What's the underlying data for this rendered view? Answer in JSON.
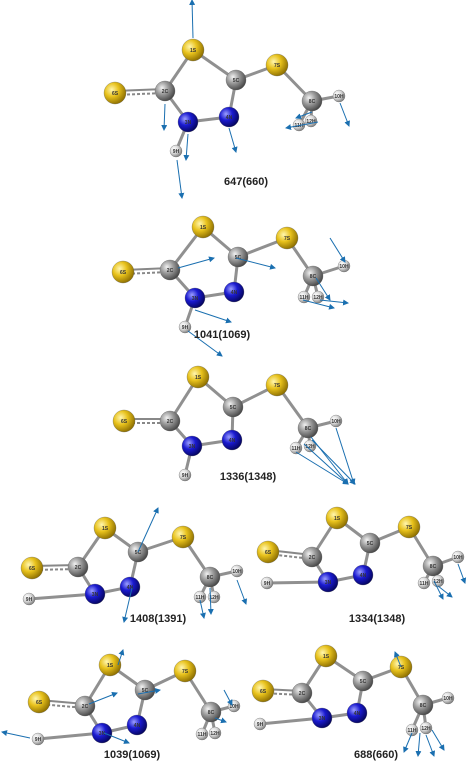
{
  "panels": [
    {
      "frequency": "647(660)",
      "atoms": [
        {
          "id": "1S",
          "el": "S"
        },
        {
          "id": "2C",
          "el": "C"
        },
        {
          "id": "3N",
          "el": "N"
        },
        {
          "id": "4N",
          "el": "N"
        },
        {
          "id": "5C",
          "el": "C"
        },
        {
          "id": "6S",
          "el": "S"
        },
        {
          "id": "7S",
          "el": "S"
        },
        {
          "id": "8C",
          "el": "C"
        },
        {
          "id": "9H",
          "el": "H"
        },
        {
          "id": "10H",
          "el": "H"
        },
        {
          "id": "11H",
          "el": "H"
        },
        {
          "id": "12H",
          "el": "H"
        }
      ]
    },
    {
      "frequency": "1041(1069)",
      "atoms": [
        {
          "id": "1S",
          "el": "S"
        },
        {
          "id": "2C",
          "el": "C"
        },
        {
          "id": "3N",
          "el": "N"
        },
        {
          "id": "4N",
          "el": "N"
        },
        {
          "id": "5C",
          "el": "C"
        },
        {
          "id": "6S",
          "el": "S"
        },
        {
          "id": "7S",
          "el": "S"
        },
        {
          "id": "8C",
          "el": "C"
        },
        {
          "id": "9H",
          "el": "H"
        },
        {
          "id": "10H",
          "el": "H"
        },
        {
          "id": "11H",
          "el": "H"
        },
        {
          "id": "12H",
          "el": "H"
        }
      ]
    },
    {
      "frequency": "1336(1348)",
      "atoms": [
        {
          "id": "1S",
          "el": "S"
        },
        {
          "id": "2C",
          "el": "C"
        },
        {
          "id": "3N",
          "el": "N"
        },
        {
          "id": "4N",
          "el": "N"
        },
        {
          "id": "5C",
          "el": "C"
        },
        {
          "id": "6S",
          "el": "S"
        },
        {
          "id": "7S",
          "el": "S"
        },
        {
          "id": "8C",
          "el": "C"
        },
        {
          "id": "9H",
          "el": "H"
        },
        {
          "id": "10H",
          "el": "H"
        },
        {
          "id": "11H",
          "el": "H"
        },
        {
          "id": "12H",
          "el": "H"
        }
      ]
    },
    {
      "frequency": "1408(1391)",
      "atoms": [
        {
          "id": "1S",
          "el": "S"
        },
        {
          "id": "2C",
          "el": "C"
        },
        {
          "id": "3N",
          "el": "N"
        },
        {
          "id": "4N",
          "el": "N"
        },
        {
          "id": "5C",
          "el": "C"
        },
        {
          "id": "6S",
          "el": "S"
        },
        {
          "id": "7S",
          "el": "S"
        },
        {
          "id": "8C",
          "el": "C"
        },
        {
          "id": "9H",
          "el": "H"
        },
        {
          "id": "10H",
          "el": "H"
        },
        {
          "id": "11H",
          "el": "H"
        },
        {
          "id": "12H",
          "el": "H"
        }
      ]
    },
    {
      "frequency": "1334(1348)",
      "atoms": [
        {
          "id": "1S",
          "el": "S"
        },
        {
          "id": "2C",
          "el": "C"
        },
        {
          "id": "3N",
          "el": "N"
        },
        {
          "id": "4N",
          "el": "N"
        },
        {
          "id": "5C",
          "el": "C"
        },
        {
          "id": "6S",
          "el": "S"
        },
        {
          "id": "7S",
          "el": "S"
        },
        {
          "id": "8C",
          "el": "C"
        },
        {
          "id": "9H",
          "el": "H"
        },
        {
          "id": "10H",
          "el": "H"
        },
        {
          "id": "11H",
          "el": "H"
        },
        {
          "id": "12H",
          "el": "H"
        }
      ]
    },
    {
      "frequency": "1039(1069)",
      "atoms": [
        {
          "id": "1S",
          "el": "S"
        },
        {
          "id": "2C",
          "el": "C"
        },
        {
          "id": "3N",
          "el": "N"
        },
        {
          "id": "4N",
          "el": "N"
        },
        {
          "id": "5C",
          "el": "C"
        },
        {
          "id": "6S",
          "el": "S"
        },
        {
          "id": "7S",
          "el": "S"
        },
        {
          "id": "8C",
          "el": "C"
        },
        {
          "id": "9H",
          "el": "H"
        },
        {
          "id": "10H",
          "el": "H"
        },
        {
          "id": "11H",
          "el": "H"
        },
        {
          "id": "12H",
          "el": "H"
        }
      ]
    },
    {
      "frequency": "688(660)",
      "atoms": [
        {
          "id": "1S",
          "el": "S"
        },
        {
          "id": "2C",
          "el": "C"
        },
        {
          "id": "3N",
          "el": "N"
        },
        {
          "id": "4N",
          "el": "N"
        },
        {
          "id": "5C",
          "el": "C"
        },
        {
          "id": "6S",
          "el": "S"
        },
        {
          "id": "7S",
          "el": "S"
        },
        {
          "id": "8C",
          "el": "C"
        },
        {
          "id": "9H",
          "el": "H"
        },
        {
          "id": "10H",
          "el": "H"
        },
        {
          "id": "11H",
          "el": "H"
        },
        {
          "id": "12H",
          "el": "H"
        }
      ]
    }
  ],
  "element_colors": {
    "S": "#e8c21c",
    "C": "#8f8f8f",
    "N": "#1a1ad0",
    "H": "#d8d8d8"
  },
  "arrow_color": "#1a6fb0"
}
